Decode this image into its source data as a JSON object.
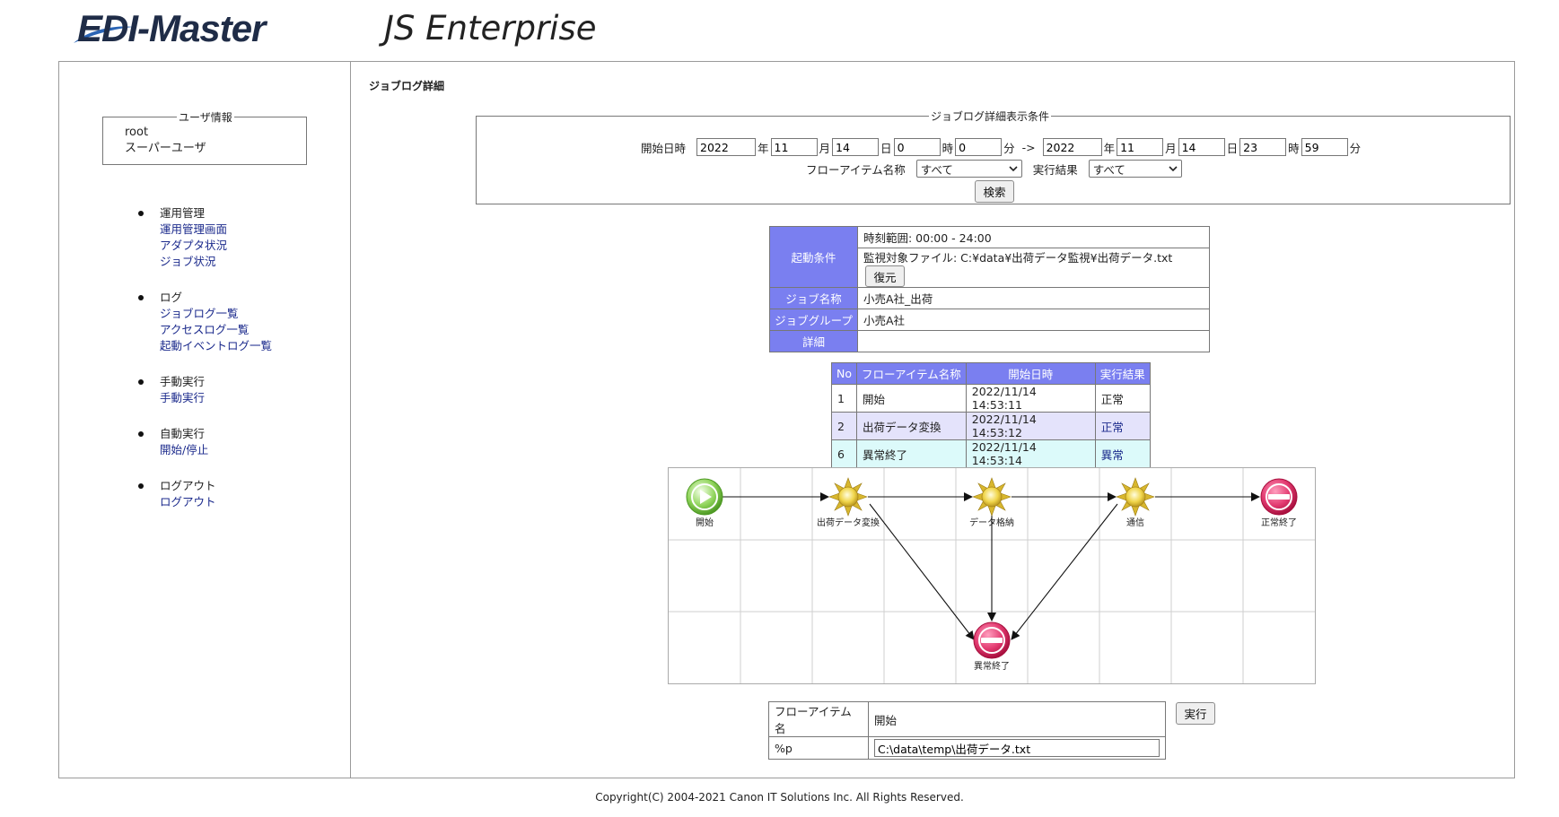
{
  "header": {
    "logo_text": "EDI-Master",
    "product_name": "JS Enterprise"
  },
  "sidebar": {
    "user_info": {
      "legend": "ユーザ情報",
      "user_id": "root",
      "role": "スーパーユーザ"
    },
    "menu": [
      {
        "label": "運用管理",
        "links": [
          "運用管理画面",
          "アダプタ状況",
          "ジョブ状況"
        ]
      },
      {
        "label": "ログ",
        "links": [
          "ジョブログ一覧",
          "アクセスログ一覧",
          "起動イベントログ一覧"
        ]
      },
      {
        "label": "手動実行",
        "links": [
          "手動実行"
        ]
      },
      {
        "label": "自動実行",
        "links": [
          "開始/停止"
        ]
      },
      {
        "label": "ログアウト",
        "links": [
          "ログアウト"
        ]
      }
    ]
  },
  "main": {
    "title": "ジョブログ詳細",
    "conditions": {
      "legend": "ジョブログ詳細表示条件",
      "start_label": "開始日時",
      "from": {
        "year": "2022",
        "month": "11",
        "day": "14",
        "hour": "0",
        "minute": "0"
      },
      "to": {
        "year": "2022",
        "month": "11",
        "day": "14",
        "hour": "23",
        "minute": "59"
      },
      "units": {
        "year": "年",
        "month": "月",
        "day": "日",
        "hour": "時",
        "minute": "分"
      },
      "arrow": "->",
      "flow_item_label": "フローアイテム名称",
      "flow_item_value": "すべて",
      "result_label": "実行結果",
      "result_value": "すべて",
      "search_button": "検索"
    },
    "job_info": {
      "trigger_label": "起動条件",
      "trigger_time": "時刻範囲: 00:00 - 24:00",
      "trigger_file": "監視対象ファイル: C:¥data¥出荷データ監視¥出荷データ.txt",
      "restore_button": "復元",
      "job_name_label": "ジョブ名称",
      "job_name": "小売A社_出荷",
      "job_group_label": "ジョブグループ",
      "job_group": "小売A社",
      "detail_label": "詳細",
      "detail": ""
    },
    "log_table": {
      "headers": [
        "No",
        "フローアイテム名称",
        "開始日時",
        "実行結果"
      ],
      "rows": [
        [
          "1",
          "開始",
          "2022/11/14 14:53:11",
          "正常"
        ],
        [
          "2",
          "出荷データ変換",
          "2022/11/14 14:53:12",
          "正常"
        ],
        [
          "6",
          "異常終了",
          "2022/11/14 14:53:14",
          "異常"
        ]
      ]
    },
    "flow": {
      "nodes": {
        "start": "開始",
        "convert": "出荷データ変換",
        "store": "データ格納",
        "comm": "通信",
        "end_ok": "正常終了",
        "end_err": "異常終了"
      },
      "colors": {
        "start": "#7cc94a",
        "process": "#e8c93a",
        "end": "#d9285f"
      }
    },
    "params": {
      "item_label": "フローアイテム名",
      "item_value": "開始",
      "param_key": "%p",
      "param_value": "C:\\data\\temp\\出荷データ.txt",
      "exec_button": "実行"
    }
  },
  "footer": {
    "copyright": "Copyright(C) 2004-2021 Canon IT Solutions Inc. All Rights Reserved."
  }
}
